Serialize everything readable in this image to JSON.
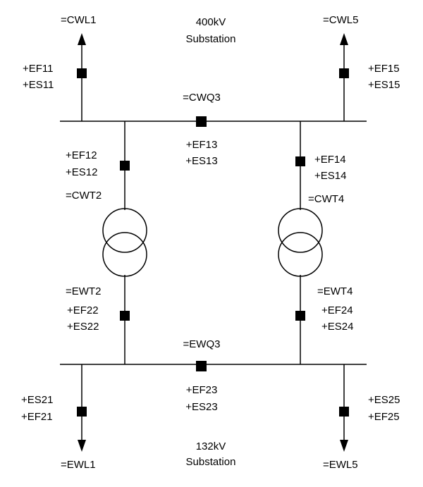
{
  "substations": {
    "upper": {
      "voltage": "400kV",
      "name": "Substation"
    },
    "lower": {
      "voltage": "132kV",
      "name": "Substation"
    }
  },
  "feeders": {
    "cwl1": "=CWL1",
    "cwl5": "=CWL5",
    "ewl1": "=EWL1",
    "ewl5": "=EWL5"
  },
  "busbars": {
    "cwq3": "=CWQ3",
    "ewq3": "=EWQ3"
  },
  "transformers": {
    "cwt2": "=CWT2",
    "cwt4": "=CWT4",
    "ewt2": "=EWT2",
    "ewt4": "=EWT4"
  },
  "switches": {
    "ef11": "+EF11",
    "es11": "+ES11",
    "ef15": "+EF15",
    "es15": "+ES15",
    "ef12": "+EF12",
    "es12": "+ES12",
    "ef13": "+EF13",
    "es13": "+ES13",
    "ef14": "+EF14",
    "es14": "+ES14",
    "ef22": "+EF22",
    "es22": "+ES22",
    "ef24": "+EF24",
    "es24": "+ES24",
    "ef23": "+EF23",
    "es23": "+ES23",
    "es21": "+ES21",
    "ef21": "+EF21",
    "es25": "+ES25",
    "ef25": "+EF25"
  }
}
